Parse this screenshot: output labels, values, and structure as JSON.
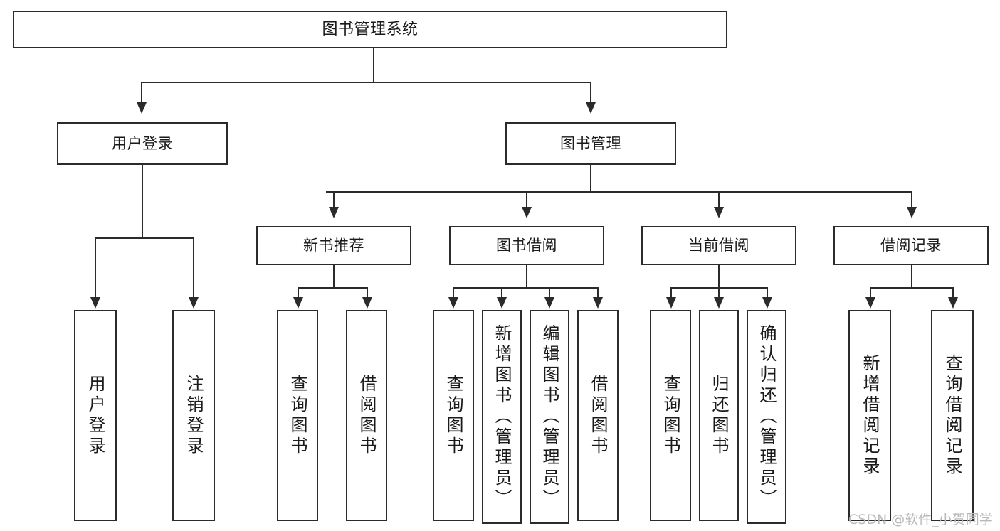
{
  "diagram": {
    "title": "图书管理系统",
    "type": "hierarchy-tree",
    "root": {
      "label": "图书管理系统"
    },
    "level1": [
      {
        "label": "用户登录"
      },
      {
        "label": "图书管理"
      }
    ],
    "level2": [
      {
        "label": "新书推荐"
      },
      {
        "label": "图书借阅"
      },
      {
        "label": "当前借阅"
      },
      {
        "label": "借阅记录"
      }
    ],
    "leaves": {
      "user_login": [
        {
          "label": "用户登录"
        },
        {
          "label": "注销登录"
        }
      ],
      "new_book_recommend": [
        {
          "label": "查询图书"
        },
        {
          "label": "借阅图书"
        }
      ],
      "book_borrow": [
        {
          "label": "查询图书"
        },
        {
          "label": "新增图书（管理员）"
        },
        {
          "label": "编辑图书（管理员）"
        },
        {
          "label": "借阅图书"
        }
      ],
      "current_borrow": [
        {
          "label": "查询图书"
        },
        {
          "label": "归还图书"
        },
        {
          "label": "确认归还（管理员）"
        }
      ],
      "borrow_record": [
        {
          "label": "新增借阅记录"
        },
        {
          "label": "查询借阅记录"
        }
      ]
    }
  },
  "watermark": {
    "text": "CSDN @软件_小贺同学"
  },
  "colors": {
    "stroke": "#2b2b2b",
    "background": "#ffffff",
    "watermark": "#b9b9b9"
  }
}
